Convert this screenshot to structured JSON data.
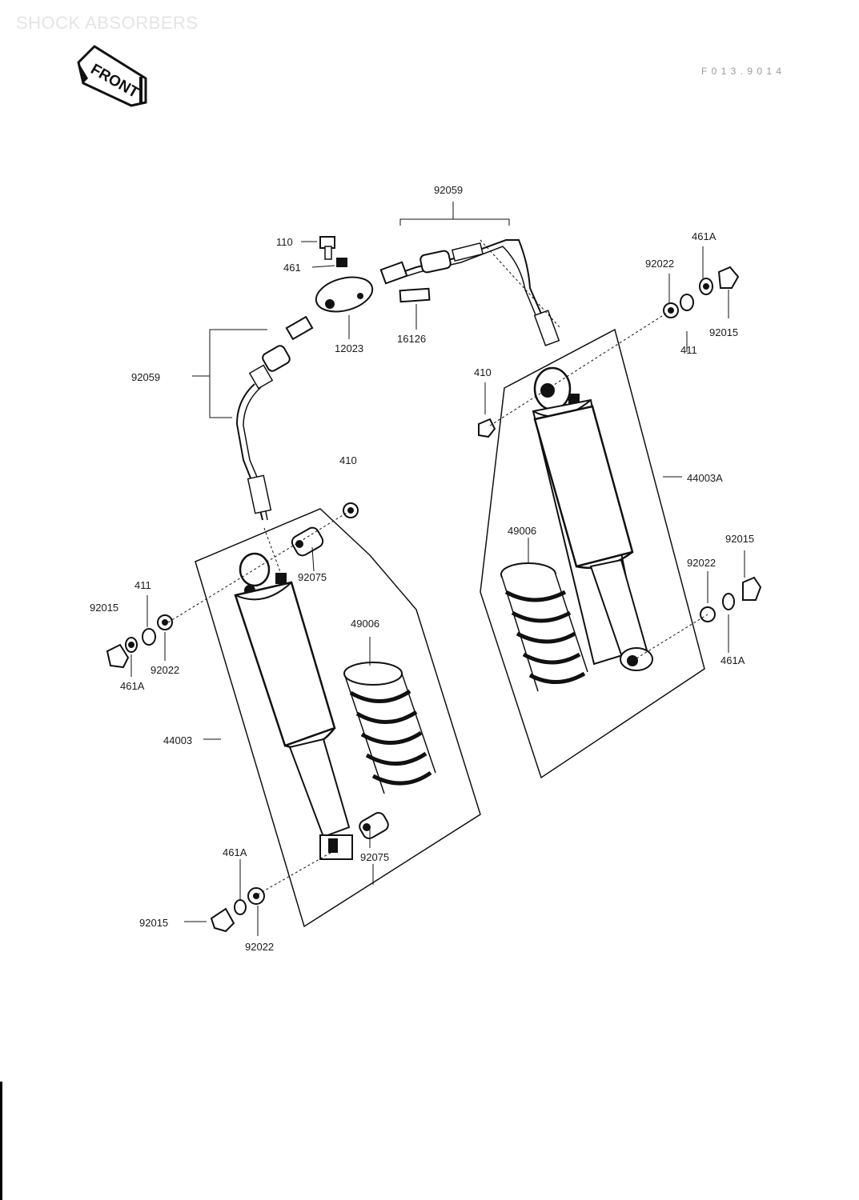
{
  "header": {
    "title": "SHOCK ABSORBERS",
    "ref_code": "F 0 1 3 . 9 0 1 4",
    "front_label": "FRONT"
  },
  "callouts": {
    "c110": "110",
    "c461": "461",
    "c12023": "12023",
    "c16126": "16126",
    "c92059_top": "92059",
    "c92059_left": "92059",
    "c461a_tr": "461A",
    "c92022_tr": "92022",
    "c92015_tr": "92015",
    "c411_tr": "411",
    "c410_r": "410",
    "c410_l": "410",
    "c44003a": "44003A",
    "c49006_r": "49006",
    "c92015_r": "92015",
    "c92022_r": "92022",
    "c461a_r": "461A",
    "c92075_t": "92075",
    "c411_l": "411",
    "c92015_l": "92015",
    "c461a_l": "461A",
    "c92022_l": "92022",
    "c49006_l": "49006",
    "c44003": "44003",
    "c461a_b": "461A",
    "c92075_b": "92075",
    "c92015_b": "92015",
    "c92022_b": "92022"
  }
}
